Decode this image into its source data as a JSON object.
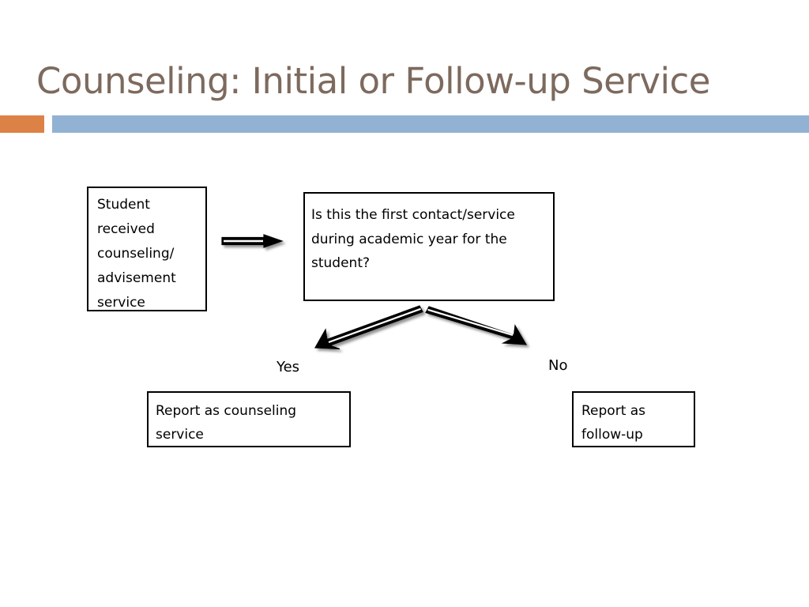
{
  "slide": {
    "title": "Counseling: Initial or Follow-up Service",
    "colors": {
      "title_text": "#7D6A5E",
      "accent_orange": "#DD8247",
      "accent_blue": "#91B2D3",
      "box_border": "#000000",
      "box_text": "#000000",
      "background": "#FFFFFF",
      "arrow": "#000000"
    }
  },
  "flowchart": {
    "boxes": [
      {
        "id": "student-received",
        "text": "Student received counseling/ advisement service"
      },
      {
        "id": "decision-first-contact",
        "text": "Is this the first contact/service during academic year for the student?"
      },
      {
        "id": "report-counseling",
        "text": "Report as counseling service"
      },
      {
        "id": "report-followup",
        "text": "Report as follow-up"
      }
    ],
    "labels": {
      "yes": "Yes",
      "no": "No"
    },
    "arrows": [
      {
        "id": "arrow-to-decision",
        "from": "student-received",
        "to": "decision-first-contact",
        "direction": "right"
      },
      {
        "id": "arrow-yes-branch",
        "from": "decision-first-contact",
        "to": "report-counseling",
        "direction": "down-left"
      },
      {
        "id": "arrow-no-branch",
        "from": "decision-first-contact",
        "to": "report-followup",
        "direction": "down-right"
      }
    ]
  }
}
